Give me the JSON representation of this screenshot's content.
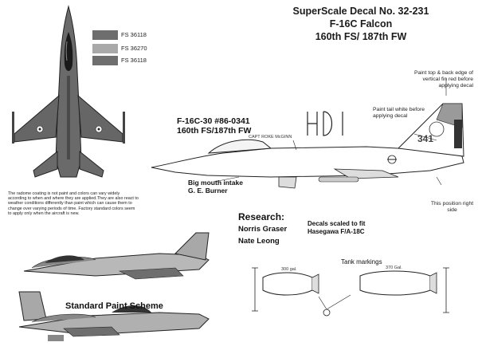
{
  "header": {
    "line1": "SuperScale Decal No. 32-231",
    "line2": "F-16C Falcon",
    "line3": "160th FS/ 187th FW"
  },
  "swatches": [
    {
      "label": "FS 36118",
      "color": "#6e6e6e"
    },
    {
      "label": "FS 36270",
      "color": "#a9a9a9"
    },
    {
      "label": "FS 36118",
      "color": "#6e6e6e"
    }
  ],
  "radome_note": "The radome coating is not paint and colors can vary widely according to when and where they are applied.They are also react to weather conditions differently than paint which can cause them to change over varying periods of time. Factory standard colors seem to apply only when the aircraft is new.",
  "callouts": {
    "fin_paint": "Paint top & back edge of vertical fin red before applying decal",
    "tail_white": "Paint tail white before applying decal",
    "position": "This position right side"
  },
  "aircraft": {
    "serial": "F-16C-30 #86-0341",
    "unit": "160th FS/187th FW",
    "pilot": "CAPT ROKE McGINN",
    "tail_number": "341",
    "intake_note_line1": "Big mouth intake",
    "intake_note_line2": "G. E. Burner"
  },
  "research": {
    "heading": "Research:",
    "names": [
      "Norris Graser",
      "Nate Leong"
    ]
  },
  "decal_scale": {
    "line1": "Decals scaled to fit",
    "line2": "Hasegawa F/A-18C"
  },
  "tanks": {
    "title": "Tank markings",
    "left_label": "300 gal.",
    "right_label": "370 Gal."
  },
  "standard_scheme": "Standard Paint Scheme",
  "colors": {
    "dark_grey": "#5e5e5e",
    "mid_grey": "#9a9a9a",
    "light_grey": "#cfcfcf",
    "red": "#b31b1b"
  }
}
